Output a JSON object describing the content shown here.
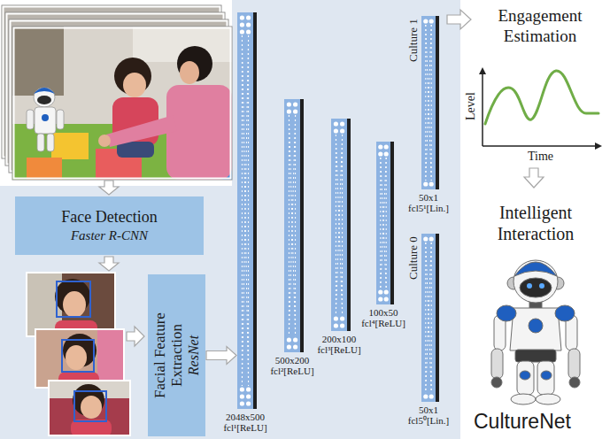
{
  "diagram": {
    "nodes": [
      {
        "text": [
          "Face Detection",
          "Faster R-CNN"
        ]
      },
      {
        "text": [
          "Facial Feature Extraction",
          "ResNet"
        ]
      },
      {
        "text": [
          "2048x500",
          "fcl¹[ReLU]"
        ]
      },
      {
        "text": [
          "500x200",
          "fcl²[ReLU]"
        ]
      },
      {
        "text": [
          "200x100",
          "fcl³[ReLU]"
        ]
      },
      {
        "text": [
          "100x50",
          "fcl⁴[ReLU]"
        ]
      },
      {
        "text": [
          "Culture 1",
          "50x1",
          "fcl5¹[Lin.]"
        ]
      },
      {
        "text": [
          "Culture 0",
          "50x1",
          "fcl5⁰[Lin.]"
        ]
      }
    ],
    "edges": [
      {
        "from": 1,
        "to": 2,
        "arrow": "to"
      }
    ],
    "labels": [
      "Engagement Estimation",
      "Level",
      "Time",
      "Intelligent Interaction",
      "CultureNet"
    ]
  }
}
